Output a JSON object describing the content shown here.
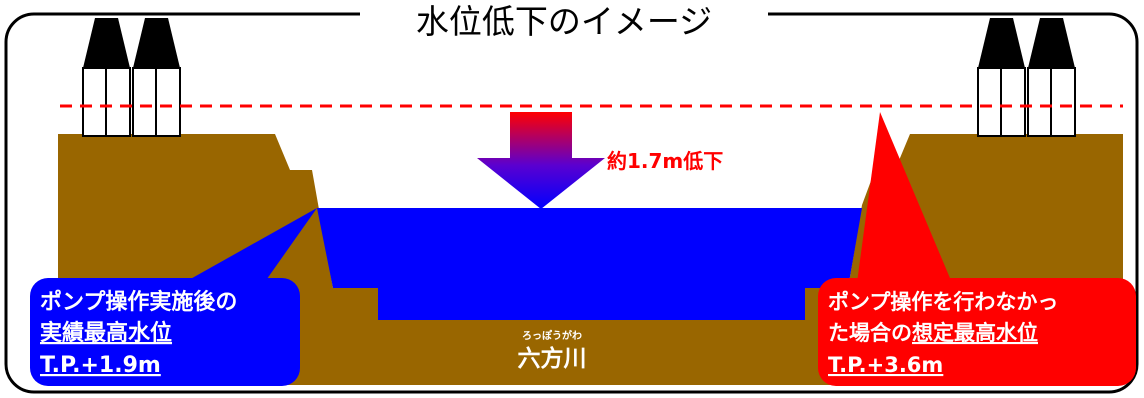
{
  "title": "水位低下のイメージ",
  "river": {
    "name": "六方川",
    "reading": "ろっぽうがわ"
  },
  "drop_label": "約1.7m低下",
  "left_box": {
    "line1": "ポンプ操作実施後の",
    "line2": "実績最高水位",
    "line3": "T.P.+1.9m"
  },
  "right_box": {
    "line1": "ポンプ操作を行わなかっ",
    "line2_prefix": "た場合の",
    "line2_underlined": "想定最高水位",
    "line3": "T.P.+3.6m"
  },
  "colors": {
    "earth": "#996600",
    "water": "#0000ff",
    "actual_box": "#0000ff",
    "assumed_box": "#ff0000",
    "dashed_line": "#ff0000",
    "arrow_top": "#ff0000",
    "arrow_bottom": "#0000ff",
    "drop_label": "#ff0000"
  }
}
